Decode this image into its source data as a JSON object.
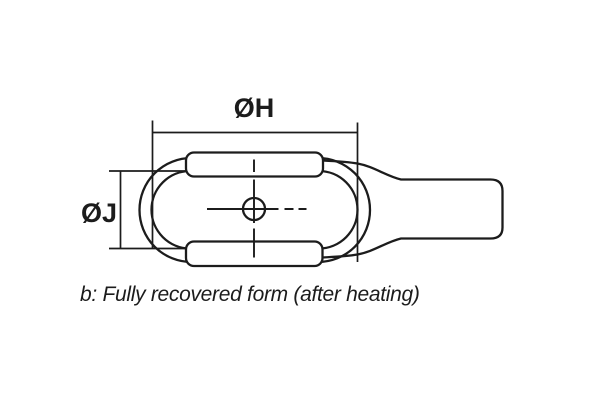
{
  "diagram": {
    "dimension_labels": {
      "width": "ØH",
      "height": "ØJ"
    },
    "caption": "b: Fully recovered form (after heating)",
    "colors": {
      "line": "#1c1c1c",
      "background": "#ffffff"
    }
  }
}
